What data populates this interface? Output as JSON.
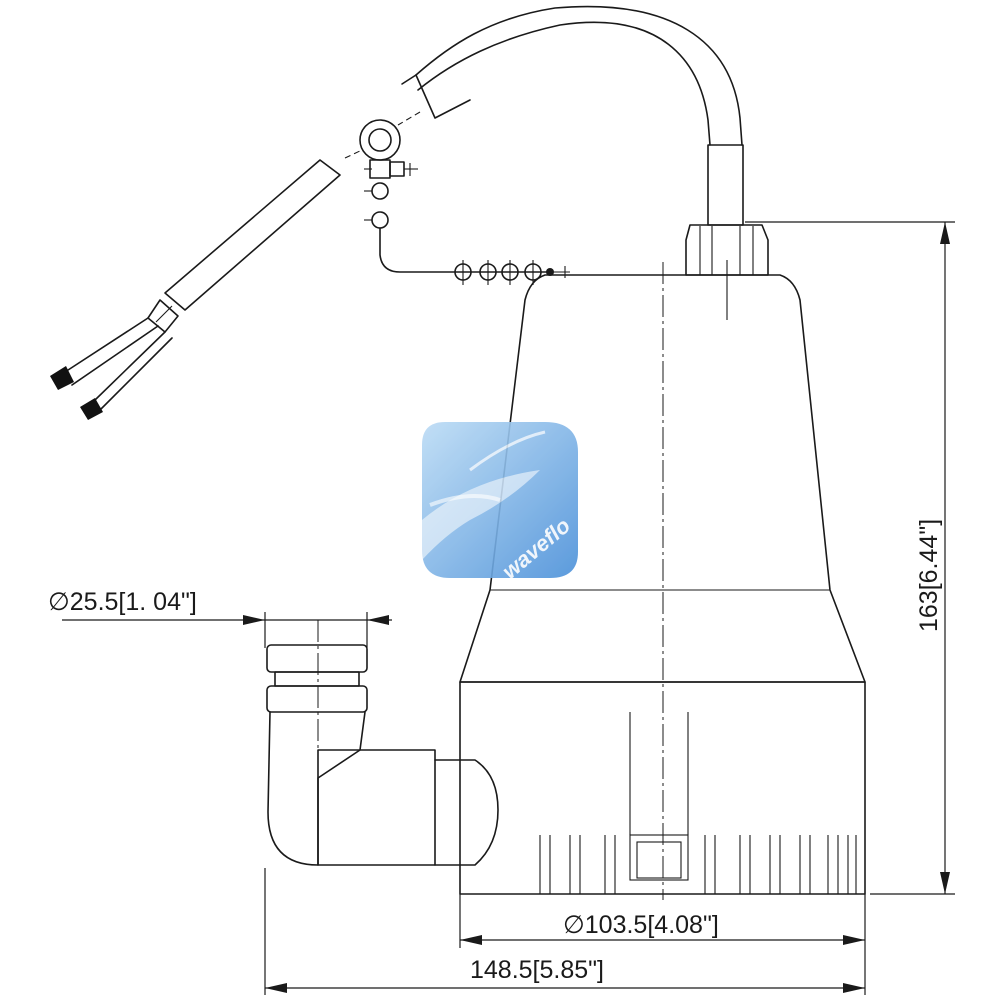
{
  "dimensions": {
    "inlet_diameter": "∅25.5[1. 04\"]",
    "body_diameter": "∅103.5[4.08\"]",
    "overall_width": "148.5[5.85\"]",
    "overall_height": "163[6.44\"]"
  },
  "watermark": {
    "text": "waveflo",
    "colors": {
      "dark": "#4a90d9",
      "light": "#bcdcf5"
    }
  },
  "colors": {
    "line": "#1a1a1a",
    "background": "#ffffff"
  }
}
